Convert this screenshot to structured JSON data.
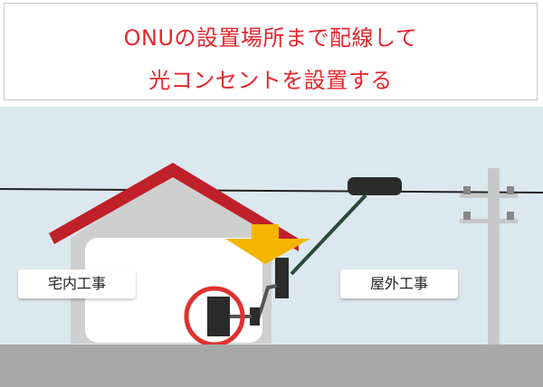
{
  "header": {
    "line1": "ONUの設置場所まで配線して",
    "line2": "光コンセントを設置する"
  },
  "labels": {
    "indoor": "宅内工事",
    "outdoor": "屋外工事"
  },
  "colors": {
    "title_red": "#e5262e",
    "sky": "#dbe8f0",
    "roof": "#c0202a",
    "wall": "#cfcfcf",
    "interior": "#ffffff",
    "ground": "#a8a8a8",
    "cable": "#2b4a3c",
    "device": "#2b2b2b",
    "arrow": "#f4b400",
    "highlight_ring": "#e0312f",
    "pole": "#c8c8c8"
  },
  "icons": {
    "arrow": "down-arrow-icon",
    "highlight": "circle-highlight-icon"
  }
}
